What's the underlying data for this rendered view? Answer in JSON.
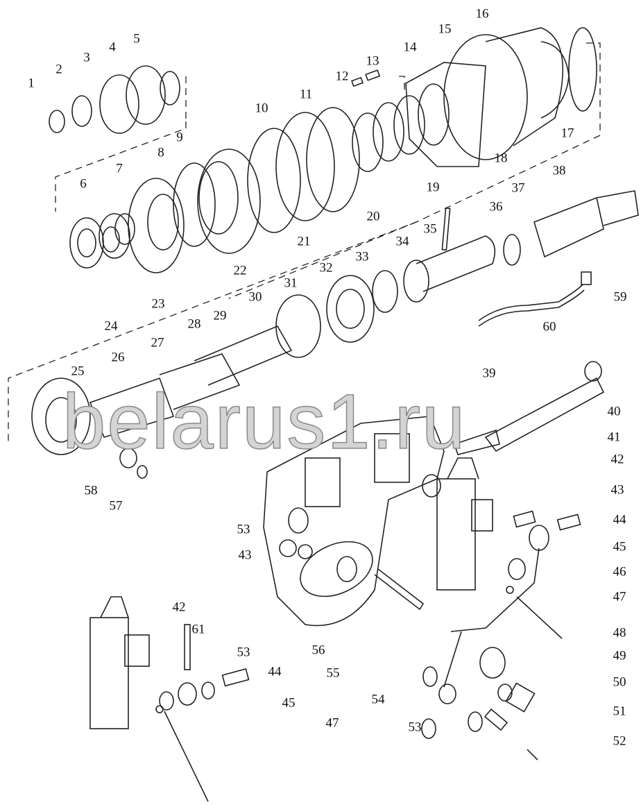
{
  "watermark": "belarus1.ru",
  "callouts": [
    "1",
    "2",
    "3",
    "4",
    "5",
    "6",
    "7",
    "8",
    "9",
    "10",
    "11",
    "12",
    "13",
    "14",
    "15",
    "16",
    "17",
    "18",
    "19",
    "20",
    "21",
    "22",
    "23",
    "24",
    "25",
    "26",
    "27",
    "28",
    "29",
    "30",
    "31",
    "32",
    "33",
    "34",
    "35",
    "36",
    "37",
    "38",
    "39",
    "40",
    "41",
    "42",
    "42",
    "43",
    "43",
    "44",
    "44",
    "45",
    "45",
    "46",
    "47",
    "47",
    "48",
    "49",
    "50",
    "51",
    "52",
    "53",
    "53",
    "53",
    "54",
    "55",
    "56",
    "57",
    "58",
    "59",
    "60",
    "61"
  ]
}
